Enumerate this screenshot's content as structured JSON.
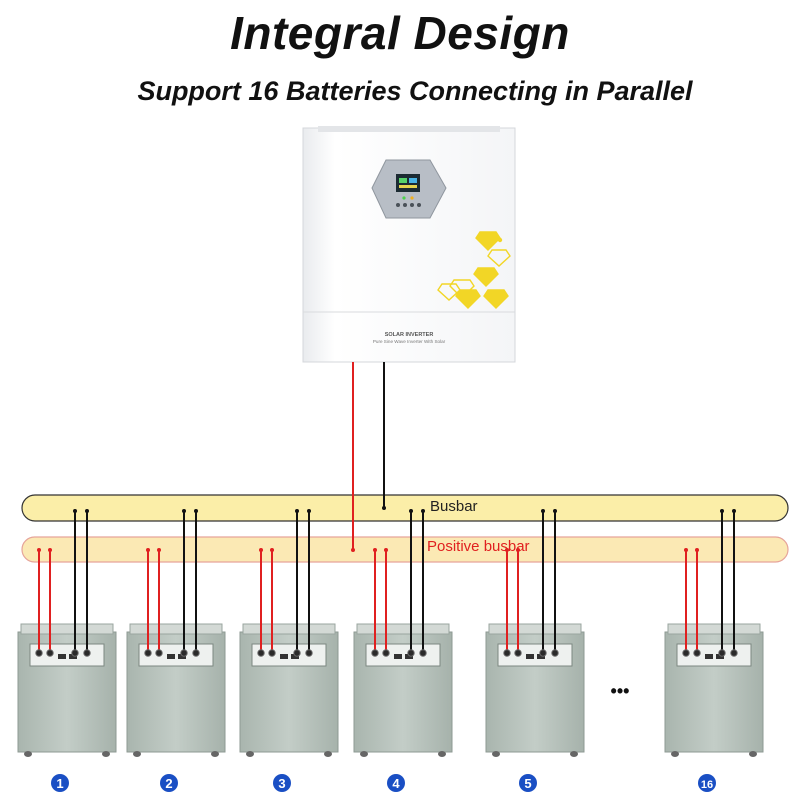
{
  "header": {
    "title": "Integral Design",
    "subtitle": "Support 16 Batteries Connecting in Parallel"
  },
  "inverter": {
    "label_line1": "SOLAR INVERTER",
    "label_line2": "Pure Sine Wave Inverter With Solar"
  },
  "busbars": {
    "negative_label": "Busbar",
    "positive_label": "Positive busbar"
  },
  "ellipsis": "•••",
  "batteries": [
    {
      "number": "1"
    },
    {
      "number": "2"
    },
    {
      "number": "3"
    },
    {
      "number": "4"
    },
    {
      "number": "5"
    },
    {
      "number": "16"
    }
  ],
  "colors": {
    "busbar_fill": "#fbeea8",
    "busbar_stroke": "#333333",
    "positive_busbar_fill": "#fbe9b4",
    "positive_busbar_stroke": "#e6a49a",
    "positive_wire": "#e02020",
    "negative_wire": "#111111",
    "positive_label_color": "#e02020",
    "number_badge": "#1a4fc4",
    "battery_body": "#b9c4be",
    "inverter_accent": "#f2d626"
  },
  "icons": {
    "badge": "numbered-circle",
    "inverter_diamonds": "diamond-icons"
  }
}
